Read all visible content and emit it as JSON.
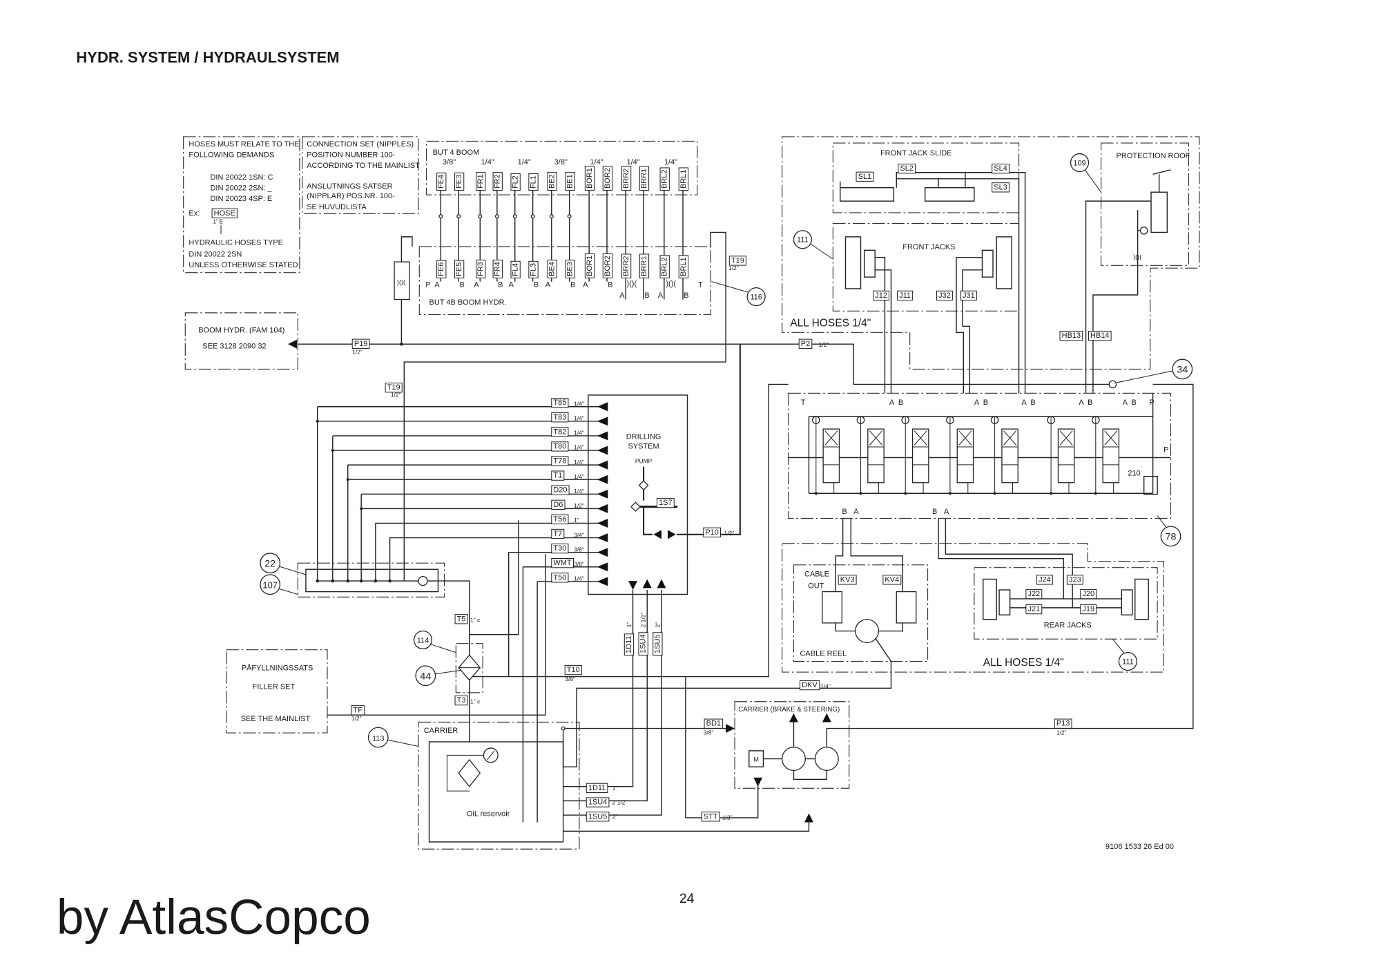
{
  "header": {
    "title": "HYDR. SYSTEM / HYDRAULSYSTEM"
  },
  "footer": {
    "brand": "by AtlasCopco",
    "page": "24",
    "doc_number": "9106 1533 26 Ed 00"
  },
  "notes": {
    "lines": [
      "HOSES MUST RELATE TO THE",
      "FOLLOWING DEMANDS",
      "DIN 20022 1SN: C",
      "DIN 20022 2SN: _",
      "DIN 20023 4SP: E",
      "HYDRAULIC HOSES TYPE",
      "DIN 20022 2SN",
      "UNLESS OTHERWISE STATED"
    ],
    "ex_label": "Ex:",
    "ex_hose": "HOSE",
    "ex_size": "1\"",
    "ex_code": "E"
  },
  "connection_set": {
    "lines": [
      "CONNECTION SET (NIPPLES)",
      "POSITION NUMBER 100-",
      "ACCORDING TO THE MAINLIST",
      "ANSLUTNINGS SATSER",
      "(NIPPLAR) POS.NR. 100-",
      "SE HUVUDLISTA"
    ]
  },
  "boom_top": {
    "title": "BUT 4 BOOM",
    "sizes": [
      "3/8\"",
      "1/4\"",
      "1/4\"",
      "3/8\"",
      "1/4\"",
      "1/4\"",
      "1/4\""
    ],
    "ports": [
      "FE4",
      "FE3",
      "FR1",
      "FR2",
      "FL2",
      "FL1",
      "BE2",
      "BE1",
      "BOR1",
      "BOR2",
      "BRR2",
      "BRR1",
      "BRL2",
      "BRL1"
    ]
  },
  "boom_bottom": {
    "title": "BUT 4B BOOM HYDR.",
    "ports": [
      "FE6",
      "FE5",
      "FR3",
      "FR4",
      "FL4",
      "FL3",
      "BE4",
      "BE3",
      "BOR1",
      "BOR2",
      "BRR2",
      "BRR1",
      "BRL2",
      "BRL1"
    ],
    "letters": [
      "A",
      "B",
      "A",
      "B",
      "A",
      "B",
      "A",
      "B",
      "A",
      "B",
      "A",
      "B",
      "A",
      "B"
    ],
    "p_port": "P",
    "t_port": "T",
    "throttle": ")()("
  },
  "boom_hydr": {
    "line1": "BOOM HYDR. (FAM 104)",
    "line2": "SEE 3128 2090 32"
  },
  "hoses": {
    "p19": {
      "id": "P19",
      "size": "1/2\""
    },
    "p2": {
      "id": "P2",
      "size": "1/2\""
    },
    "t19_left": {
      "id": "T19",
      "size": "1/2\""
    },
    "t19_right": {
      "id": "T19",
      "size": "1/2\""
    },
    "p10": {
      "id": "P10",
      "size": "1/2\""
    },
    "t5": {
      "id": "T5",
      "size": "1\" c"
    },
    "t3": {
      "id": "T3",
      "size": "1\" c"
    },
    "t10": {
      "id": "T10",
      "size": "3/8\""
    },
    "tf": {
      "id": "TF",
      "size": "1/2\""
    },
    "dkv": {
      "id": "DKV",
      "size": "1/4\""
    },
    "bd1": {
      "id": "BD1",
      "size": "3/8\""
    },
    "p13": {
      "id": "P13",
      "size": "1/2\""
    },
    "stt": {
      "id": "STT",
      "size": "1/2\""
    },
    "hb13": {
      "id": "HB13"
    },
    "hb14": {
      "id": "HB14"
    },
    "d1d11": {
      "id": "1D11",
      "size": "1\""
    },
    "d1su4": {
      "id": "1SU4",
      "size": "2 1/2\""
    },
    "d1su5": {
      "id": "1SU5",
      "size": "2\""
    },
    "r1d11": {
      "id": "1D11",
      "size": "1\""
    },
    "r1su4": {
      "id": "1SU4",
      "size": "2 1/2\""
    },
    "r1su5": {
      "id": "1SU5",
      "size": "2\""
    }
  },
  "drilling": {
    "title1": "DRILLING",
    "title2": "SYSTEM",
    "pump": "PUMP",
    "port": "1S7",
    "rows": [
      {
        "id": "T85",
        "size": "1/4\""
      },
      {
        "id": "T83",
        "size": "1/4\""
      },
      {
        "id": "T82",
        "size": "1/4\""
      },
      {
        "id": "T80",
        "size": "1/4\""
      },
      {
        "id": "T78",
        "size": "1/4\""
      },
      {
        "id": "T1",
        "size": "1/4\""
      },
      {
        "id": "D20",
        "size": "1/4\""
      },
      {
        "id": "D6",
        "size": "1/2\""
      },
      {
        "id": "T56",
        "size": "1\""
      },
      {
        "id": "T7",
        "size": "3/4\""
      },
      {
        "id": "T30",
        "size": "3/8\""
      },
      {
        "id": "WMT",
        "size": "3/8\""
      },
      {
        "id": "T50",
        "size": "1/4\""
      }
    ]
  },
  "front_jack_slide": {
    "title": "FRONT JACK SLIDE",
    "ports": [
      "SL1",
      "SL2",
      "SL4",
      "SL3"
    ]
  },
  "front_jacks": {
    "title": "FRONT JACKS",
    "ports": [
      "J12",
      "J11",
      "J32",
      "J31"
    ]
  },
  "protection_roof": {
    "title": "PROTECTION ROOF"
  },
  "all_hoses_upper": "ALL HOSES 1/4\"",
  "all_hoses_lower": "ALL HOSES 1/4\"",
  "valve_block": {
    "t": "T",
    "a": "A",
    "b": "B",
    "p": "P",
    "relief": "210"
  },
  "cable_reel": {
    "out1": "CABLE",
    "out2": "OUT",
    "title": "CABLE REEL",
    "ports": [
      "KV3",
      "KV4"
    ]
  },
  "rear_jacks": {
    "title": "REAR JACKS",
    "ports": [
      "J24",
      "J23",
      "J22",
      "J20",
      "J21",
      "J19"
    ]
  },
  "filler": {
    "line1": "PÅFYLLNINGSSATS",
    "line2": "FILLER SET",
    "line3": "SEE THE MAINLIST"
  },
  "carrier": {
    "title": "CARRIER",
    "reservoir": "OiL reservoir"
  },
  "carrier_brake": {
    "title": "CARRIER (BRAKE & STEERING)",
    "motor": "M"
  },
  "callouts": {
    "c116": "116",
    "c22": "22",
    "c107": "107",
    "c114": "114",
    "c44": "44",
    "c113": "113",
    "c111a": "111",
    "c111b": "111",
    "c109": "109",
    "c34": "34",
    "c78": "78"
  }
}
